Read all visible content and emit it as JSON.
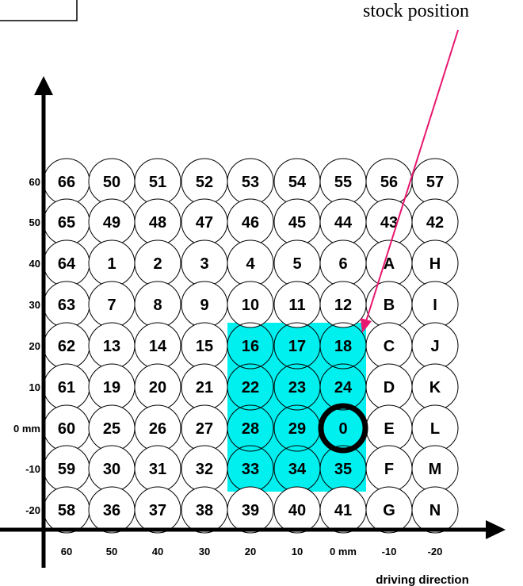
{
  "annotation": {
    "text": "stock position",
    "color": "#e8176f"
  },
  "colors": {
    "highlight": "#00f0f0",
    "ink": "#000000",
    "marker_border": "#000000"
  },
  "x_axis": {
    "title": "driving direction",
    "ticks": [
      "60",
      "50",
      "40",
      "30",
      "20",
      "10",
      "0 mm",
      "-10",
      "-20"
    ]
  },
  "y_axis": {
    "ticks": [
      "60",
      "50",
      "40",
      "30",
      "20",
      "10",
      "0 mm",
      "-10",
      "-20"
    ]
  },
  "grid": {
    "rows": [
      [
        "66",
        "50",
        "51",
        "52",
        "53",
        "54",
        "55",
        "56",
        "57"
      ],
      [
        "65",
        "49",
        "48",
        "47",
        "46",
        "45",
        "44",
        "43",
        "42"
      ],
      [
        "64",
        "1",
        "2",
        "3",
        "4",
        "5",
        "6",
        "A",
        "H"
      ],
      [
        "63",
        "7",
        "8",
        "9",
        "10",
        "11",
        "12",
        "B",
        "I"
      ],
      [
        "62",
        "13",
        "14",
        "15",
        "16",
        "17",
        "18",
        "C",
        "J"
      ],
      [
        "61",
        "19",
        "20",
        "21",
        "22",
        "23",
        "24",
        "D",
        "K"
      ],
      [
        "60",
        "25",
        "26",
        "27",
        "28",
        "29",
        "0",
        "E",
        "L"
      ],
      [
        "59",
        "30",
        "31",
        "32",
        "33",
        "34",
        "35",
        "F",
        "M"
      ],
      [
        "58",
        "36",
        "37",
        "38",
        "39",
        "40",
        "41",
        "G",
        "N"
      ]
    ],
    "highlight_block": {
      "row_start": 4,
      "row_end": 7,
      "col_start": 4,
      "col_end": 6
    },
    "stock_cell": {
      "row": 6,
      "col": 6
    }
  }
}
